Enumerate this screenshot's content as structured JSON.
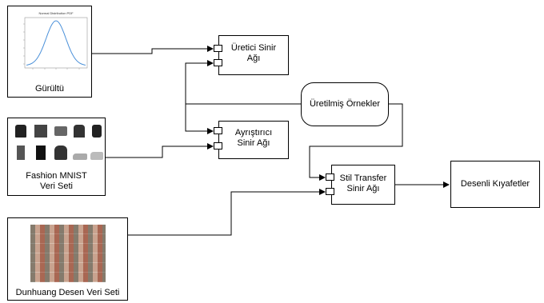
{
  "nodes": {
    "noise": {
      "label": "Gürültü"
    },
    "fashion": {
      "label": "Fashion MNIST\nVeri Seti"
    },
    "dunhuang": {
      "label": "Dunhuang Desen Veri Seti"
    },
    "generator": {
      "label": "Üretici Sinir\nAğı"
    },
    "discriminator": {
      "label": "Ayrıştırıcı\nSinir Ağı"
    },
    "generated": {
      "label": "Üretilmiş Örnekler"
    },
    "style_transfer": {
      "label": "Stil Transfer\nSinir Ağı"
    },
    "output": {
      "label": "Desenli Kıyafetler"
    }
  },
  "noise_plot": {
    "title": "Normal Distribution PDF"
  },
  "colors": {
    "line": "#000000",
    "curve": "#4a90d9",
    "pattern_bg": "#b98a76"
  }
}
